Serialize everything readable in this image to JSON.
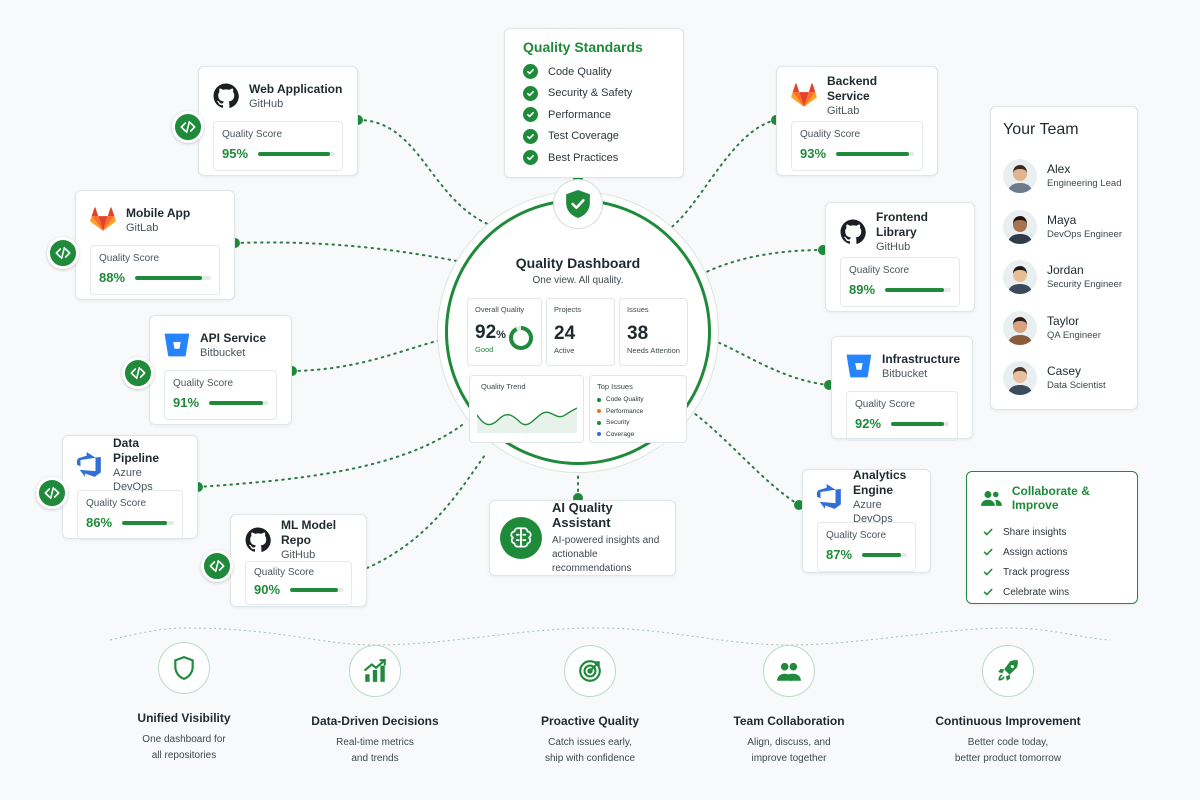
{
  "repositories": [
    {
      "name": "Web Application",
      "platform": "GitHub",
      "score_label": "Quality Score",
      "score": "95%",
      "score_value": 95,
      "icon": "github-icon"
    },
    {
      "name": "Mobile App",
      "platform": "GitLab",
      "score_label": "Quality Score",
      "score": "88%",
      "score_value": 88,
      "icon": "gitlab-icon"
    },
    {
      "name": "API Service",
      "platform": "Bitbucket",
      "score_label": "Quality Score",
      "score": "91%",
      "score_value": 91,
      "icon": "bitbucket-icon"
    },
    {
      "name": "Data Pipeline",
      "platform": "Azure DevOps",
      "score_label": "Quality Score",
      "score": "86%",
      "score_value": 86,
      "icon": "azure-devops-icon"
    },
    {
      "name": "ML Model Repo",
      "platform": "GitHub",
      "score_label": "Quality Score",
      "score": "90%",
      "score_value": 90,
      "icon": "github-icon"
    },
    {
      "name": "Backend Service",
      "platform": "GitLab",
      "score_label": "Quality Score",
      "score": "93%",
      "score_value": 93,
      "icon": "gitlab-icon"
    },
    {
      "name": "Frontend Library",
      "platform": "GitHub",
      "score_label": "Quality Score",
      "score": "89%",
      "score_value": 89,
      "icon": "github-icon"
    },
    {
      "name": "Infrastructure",
      "platform": "Bitbucket",
      "score_label": "Quality Score",
      "score": "92%",
      "score_value": 92,
      "icon": "bitbucket-icon"
    },
    {
      "name": "Analytics Engine",
      "platform": "Azure DevOps",
      "score_label": "Quality Score",
      "score": "87%",
      "score_value": 87,
      "icon": "azure-devops-icon"
    }
  ],
  "quality_standards": {
    "title": "Quality Standards",
    "items": [
      "Code Quality",
      "Security & Safety",
      "Performance",
      "Test Coverage",
      "Best Practices"
    ]
  },
  "dashboard": {
    "title": "Quality Dashboard",
    "tagline": "One view. All quality.",
    "overall_label": "Overall Quality",
    "overall_value": "92",
    "overall_unit": "%",
    "overall_status": "Good",
    "overall_ring_value": 92,
    "projects_label": "Projects",
    "projects_value": "24",
    "projects_status": "Active",
    "issues_label": "Issues",
    "issues_value": "38",
    "issues_status": "Needs Attention",
    "trend_label": "Quality Trend",
    "top_issues_label": "Top Issues",
    "top_issues": [
      {
        "label": "Code Quality",
        "color": "#1e8a3a"
      },
      {
        "label": "Performance",
        "color": "#e8742f"
      },
      {
        "label": "Security",
        "color": "#1e8a3a"
      },
      {
        "label": "Coverage",
        "color": "#2f6fd6"
      }
    ]
  },
  "ai_assistant": {
    "title": "AI Quality Assistant",
    "description_line1": "AI-powered insights and",
    "description_line2": "actionable recommendations"
  },
  "team": {
    "title": "Your Team",
    "members": [
      {
        "name": "Alex",
        "role": "Engineering Lead"
      },
      {
        "name": "Maya",
        "role": "DevOps Engineer"
      },
      {
        "name": "Jordan",
        "role": "Security Engineer"
      },
      {
        "name": "Taylor",
        "role": "QA Engineer"
      },
      {
        "name": "Casey",
        "role": "Data Scientist"
      }
    ]
  },
  "collaborate": {
    "title": "Collaborate & Improve",
    "items": [
      "Share insights",
      "Assign actions",
      "Track progress",
      "Celebrate wins"
    ]
  },
  "benefits": [
    {
      "title": "Unified Visibility",
      "line1": "One dashboard for",
      "line2": "all repositories",
      "icon": "shield-icon"
    },
    {
      "title": "Data-Driven Decisions",
      "line1": "Real-time metrics",
      "line2": "and trends",
      "icon": "bar-chart-icon"
    },
    {
      "title": "Proactive Quality",
      "line1": "Catch issues early,",
      "line2": "ship with confidence",
      "icon": "target-icon"
    },
    {
      "title": "Team Collaboration",
      "line1": "Align, discuss, and",
      "line2": "improve together",
      "icon": "team-icon"
    },
    {
      "title": "Continuous Improvement",
      "line1": "Better code today,",
      "line2": "better product tomorrow",
      "icon": "rocket-icon"
    }
  ],
  "colors": {
    "accent": "#1e8a3a",
    "gitlab": "#e8632b",
    "bitbucket": "#2f6fd6",
    "azure": "#2f6fd6"
  }
}
